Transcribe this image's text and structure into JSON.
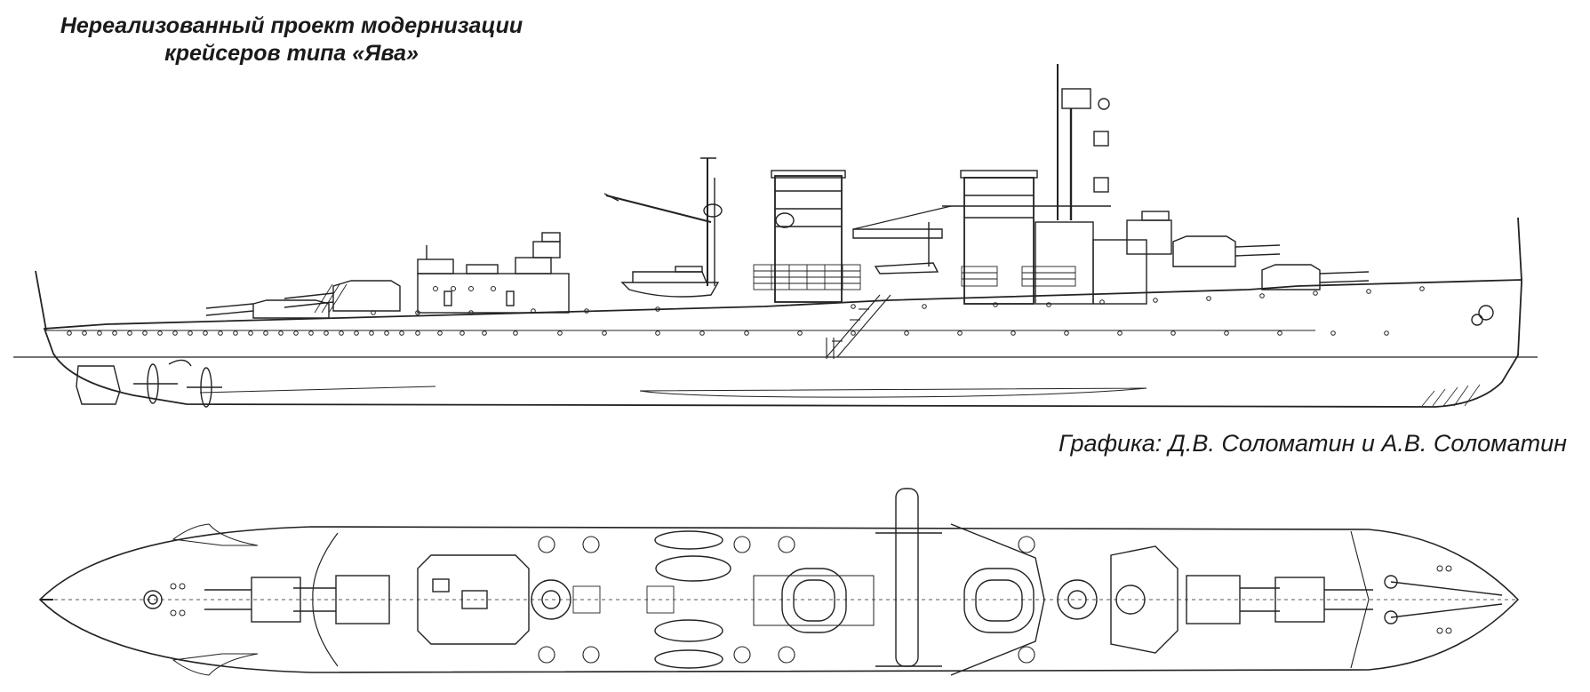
{
  "title": {
    "line1": "Нереализованный проект модернизации",
    "line2": "крейсеров типа «Ява»"
  },
  "credit": "Графика: Д.В. Соломатин и А.В. Соломатин",
  "views": [
    "profile-view",
    "plan-view"
  ]
}
